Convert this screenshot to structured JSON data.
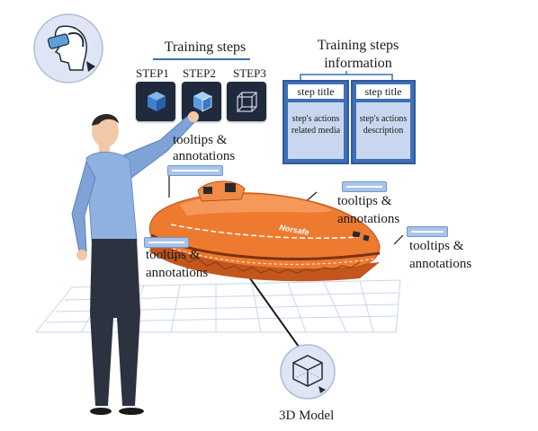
{
  "header": {
    "training_steps": "Training steps",
    "training_info_line1": "Training steps",
    "training_info_line2": "information"
  },
  "steps": [
    {
      "label": "STEP1",
      "icon": "cube-solid-icon"
    },
    {
      "label": "STEP2",
      "icon": "cube-highlight-icon"
    },
    {
      "label": "STEP3",
      "icon": "cube-wireframe-icon"
    }
  ],
  "info_panels": [
    {
      "title": "step title",
      "body_line1": "step's actions",
      "body_line2": "related media"
    },
    {
      "title": "step title",
      "body_line1": "step's actions",
      "body_line2": "description"
    }
  ],
  "annotations": [
    {
      "line1": "tooltips &",
      "line2": "annotations"
    },
    {
      "line1": "tooltips &",
      "line2": "annotations"
    },
    {
      "line1": "tooltips &",
      "line2": "annotations"
    },
    {
      "line1": "tooltips &",
      "line2": "annotations"
    }
  ],
  "boat_brand": "Norsafe",
  "model_label": "3D Model",
  "colors": {
    "accent_blue": "#3f6fb5",
    "boat_orange": "#e8702a",
    "grid": "#c9d4ee",
    "dark_card": "#1f2a3c"
  }
}
